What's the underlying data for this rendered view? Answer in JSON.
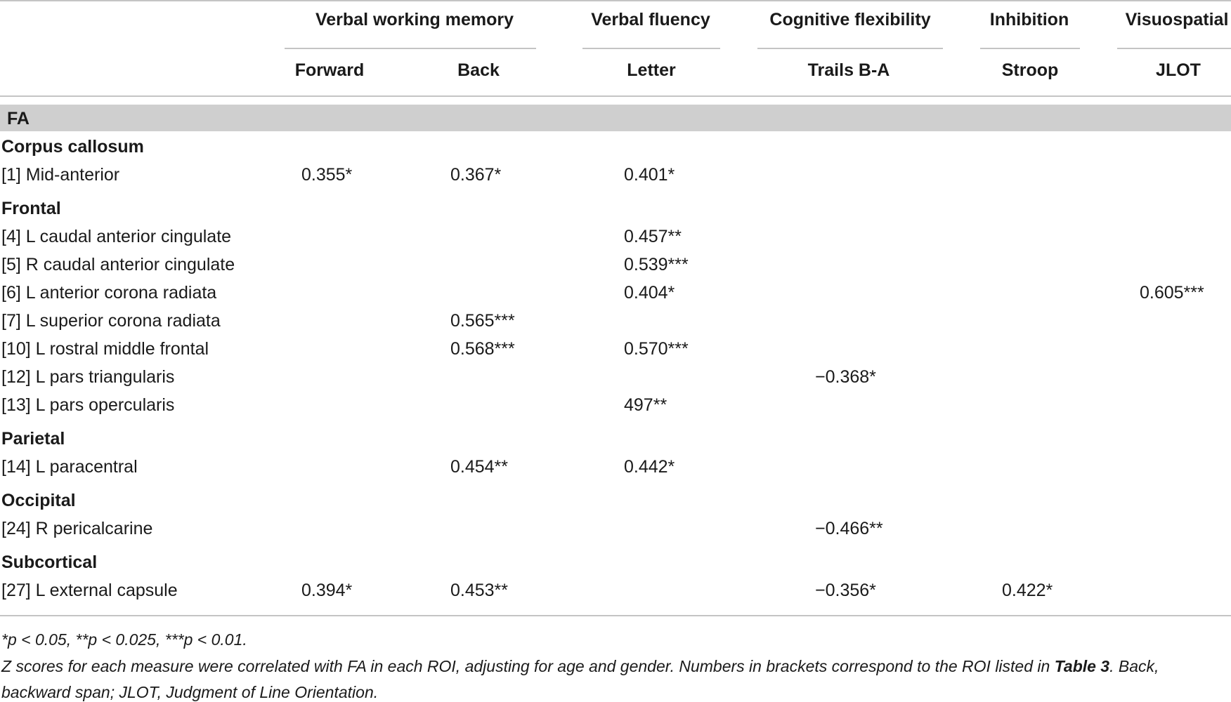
{
  "groups": [
    "Verbal working memory",
    "Verbal fluency",
    "Cognitive flexibility",
    "Inhibition",
    "Visuospatial"
  ],
  "subheaders": [
    "Forward",
    "Back",
    "Letter",
    "Trails B-A",
    "Stroop",
    "JLOT"
  ],
  "band_label": "FA",
  "rows": [
    {
      "label": "Corpus callosum",
      "section": true,
      "cells": [
        "",
        "",
        "",
        "",
        "",
        ""
      ]
    },
    {
      "label": "[1] Mid-anterior",
      "section": false,
      "cells": [
        "0.355*",
        "0.367*",
        "0.401*",
        "",
        "",
        ""
      ]
    },
    {
      "label": "Frontal",
      "section": true,
      "cells": [
        "",
        "",
        "",
        "",
        "",
        ""
      ]
    },
    {
      "label": "[4] L caudal anterior cingulate",
      "section": false,
      "cells": [
        "",
        "",
        "0.457**",
        "",
        "",
        ""
      ]
    },
    {
      "label": "[5] R caudal anterior cingulate",
      "section": false,
      "cells": [
        "",
        "",
        "0.539***",
        "",
        "",
        ""
      ]
    },
    {
      "label": "[6] L anterior corona radiata",
      "section": false,
      "cells": [
        "",
        "",
        "0.404*",
        "",
        "",
        "0.605***"
      ]
    },
    {
      "label": "[7] L superior corona radiata",
      "section": false,
      "cells": [
        "",
        "0.565***",
        "",
        "",
        "",
        ""
      ]
    },
    {
      "label": "[10] L rostral middle frontal",
      "section": false,
      "cells": [
        "",
        "0.568***",
        "0.570***",
        "",
        "",
        ""
      ]
    },
    {
      "label": "[12] L pars triangularis",
      "section": false,
      "cells": [
        "",
        "",
        "",
        "−0.368*",
        "",
        ""
      ]
    },
    {
      "label": "[13] L pars opercularis",
      "section": false,
      "cells": [
        "",
        "",
        "497**",
        "",
        "",
        ""
      ]
    },
    {
      "label": "Parietal",
      "section": true,
      "cells": [
        "",
        "",
        "",
        "",
        "",
        ""
      ]
    },
    {
      "label": "[14] L paracentral",
      "section": false,
      "cells": [
        "",
        "0.454**",
        "0.442*",
        "",
        "",
        ""
      ]
    },
    {
      "label": "Occipital",
      "section": true,
      "cells": [
        "",
        "",
        "",
        "",
        "",
        ""
      ]
    },
    {
      "label": "[24] R pericalcarine",
      "section": false,
      "cells": [
        "",
        "",
        "",
        "−0.466**",
        "",
        ""
      ]
    },
    {
      "label": "Subcortical",
      "section": true,
      "cells": [
        "",
        "",
        "",
        "",
        "",
        ""
      ]
    },
    {
      "label": "[27] L external capsule",
      "section": false,
      "cells": [
        "0.394*",
        "0.453**",
        "",
        "−0.356*",
        "0.422*",
        ""
      ]
    }
  ],
  "footnote1": "*p < 0.05, **p < 0.025, ***p < 0.01.",
  "footnote2_pre": "Z scores for each measure were correlated with FA in each ROI, adjusting for age and gender. Numbers in brackets correspond to the ROI listed in ",
  "footnote2_ref": "Table 3",
  "footnote2_post": ". Back,",
  "footnote3": "backward span; JLOT, Judgment of Line Orientation."
}
